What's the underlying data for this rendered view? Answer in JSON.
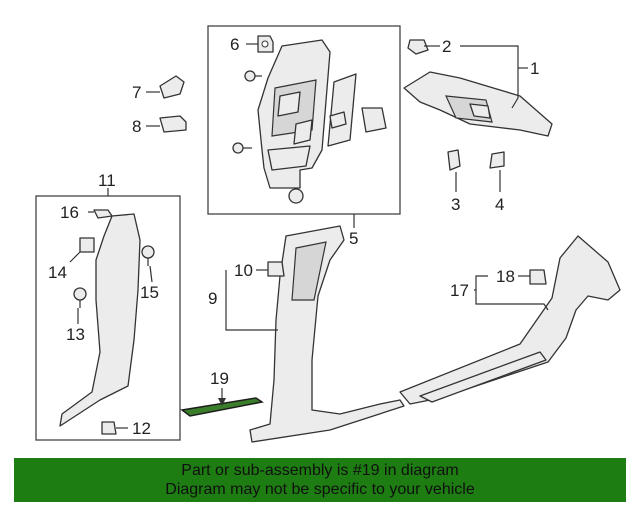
{
  "callouts": {
    "c1": "1",
    "c2": "2",
    "c3": "3",
    "c4": "4",
    "c5": "5",
    "c6": "6",
    "c7": "7",
    "c8": "8",
    "c9": "9",
    "c10": "10",
    "c11": "11",
    "c12": "12",
    "c13": "13",
    "c14": "14",
    "c15": "15",
    "c16": "16",
    "c17": "17",
    "c18": "18",
    "c19": "19"
  },
  "banner": {
    "line1": "Part or sub-assembly is #19 in diagram",
    "line2": "Diagram may not be specific to your vehicle"
  },
  "colors": {
    "banner_background": "#1e7d12",
    "highlight_part": "#3a7d2a"
  }
}
